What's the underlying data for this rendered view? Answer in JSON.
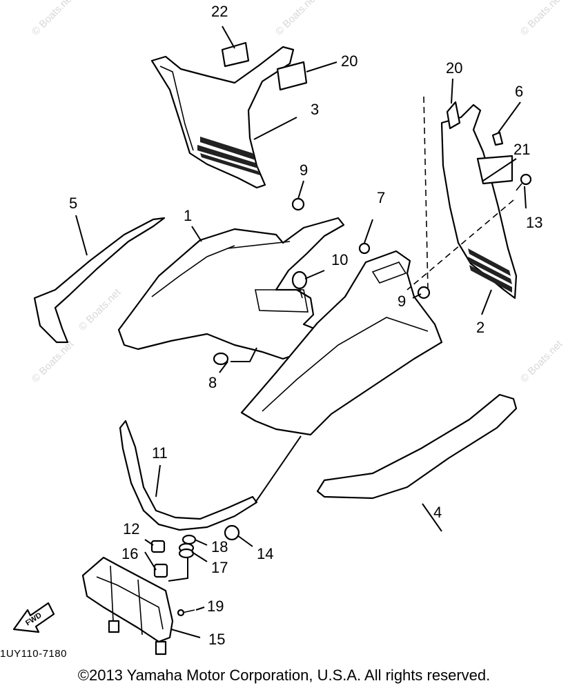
{
  "watermarks": [
    "© Boats.net",
    "© Boats.net",
    "© Boats.net",
    "© Boats.net",
    "© Boats.net",
    "© Boats.net",
    "© Boats.net",
    "© Boats.net"
  ],
  "callouts": {
    "c1": "1",
    "c2": "2",
    "c3": "3",
    "c4": "4",
    "c5": "5",
    "c6": "6",
    "c7": "7",
    "c8": "8",
    "c9a": "9",
    "c9b": "9",
    "c10": "10",
    "c11": "11",
    "c12": "12",
    "c13": "13",
    "c14": "14",
    "c15": "15",
    "c16": "16",
    "c17": "17",
    "c18": "18",
    "c19": "19",
    "c20a": "20",
    "c20b": "20",
    "c21": "21",
    "c22": "22"
  },
  "fwd_label": "FWD",
  "diagram_code": "1UY110-7180",
  "copyright": "©2013 Yamaha Motor Corporation, U.S.A. All rights reserved."
}
